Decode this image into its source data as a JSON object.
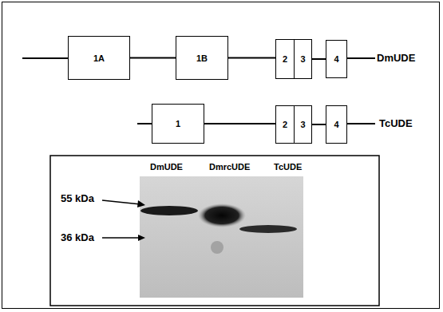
{
  "diagram": {
    "nodes": [
      {
        "text": [
          "1A"
        ]
      },
      {
        "text": [
          "1B"
        ]
      },
      {
        "text": [
          "2"
        ]
      },
      {
        "text": [
          "3"
        ]
      },
      {
        "text": [
          "4"
        ]
      },
      {
        "text": [
          "1"
        ]
      },
      {
        "text": [
          "2"
        ]
      },
      {
        "text": [
          "3"
        ]
      },
      {
        "text": [
          "4"
        ]
      }
    ],
    "edges": [
      {
        "from": 0,
        "to": 1,
        "arrow": "none"
      },
      {
        "from": 1,
        "to": 2,
        "arrow": "none"
      },
      {
        "from": 3,
        "to": 4,
        "arrow": "none"
      },
      {
        "from": 5,
        "to": 6,
        "arrow": "none"
      },
      {
        "from": 7,
        "to": 8,
        "arrow": "none"
      }
    ],
    "labels": [
      "DmUDE",
      "TcUDE",
      "DmUDE",
      "DmrcUDE",
      "TcUDE",
      "55 kDa",
      "36 kDa"
    ]
  }
}
